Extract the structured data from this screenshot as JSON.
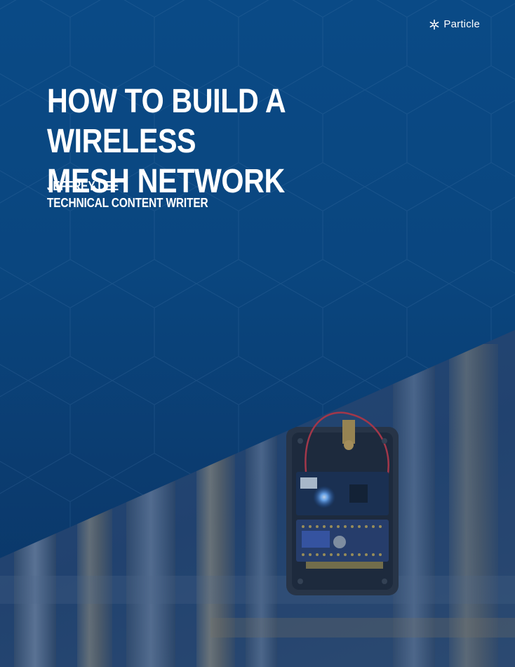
{
  "brand": {
    "logo_text": "Particle",
    "logo_icon": "particle-starburst-icon"
  },
  "cover": {
    "title_line_1": "HOW TO BUILD A WIRELESS",
    "title_line_2": "MESH NETWORK",
    "author_name": "JEFFREY LEE",
    "author_role": "TECHNICAL CONTENT WRITER"
  },
  "colors": {
    "background": "#0a4a86",
    "text": "#ffffff"
  }
}
